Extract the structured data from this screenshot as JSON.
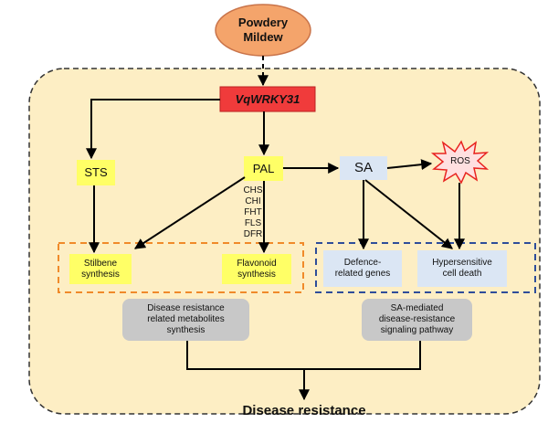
{
  "nodes": {
    "powdery_mildew": "Powdery\nMildew",
    "vqwrky31": "VqWRKY31",
    "sts": "STS",
    "pal": "PAL",
    "sa": "SA",
    "ros": "ROS",
    "stilbene": "Stilbene\nsynthesis",
    "flavonoid": "Flavonoid\nsynthesis",
    "defence": "Defence-\nrelated genes",
    "hypersensitive": "Hypersensitive\ncell death",
    "metabolites": "Disease resistance\nrelated metabolites\nsynthesis",
    "sa_pathway": "SA-mediated\ndisease-resistance\nsignaling pathway",
    "disease_resistance": "Disease resistance"
  },
  "enzymes": [
    "CHS",
    "CHI",
    "FHT",
    "FLS",
    "DFR"
  ],
  "colors": {
    "mildew_fill": "#f4a46b",
    "mildew_stroke": "#c9744a",
    "panel_fill": "#fdeec4",
    "wrky_fill": "#f03b3b",
    "yellow_box": "#ffff66",
    "blue_box": "#dbe6f4",
    "gray_box": "#c8c8c8",
    "orange_dash": "#f08a2a",
    "blue_dash": "#2e4d9a",
    "ros_fill": "#ffe0e0",
    "ros_stroke": "#e8231f"
  }
}
